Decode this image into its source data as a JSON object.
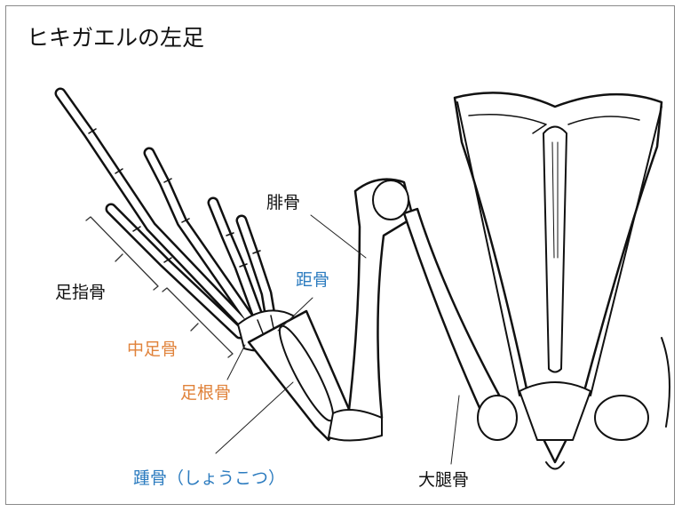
{
  "title": "ヒキガエルの左足",
  "colors": {
    "blue": "#2b7bbf",
    "orange": "#e0823a",
    "black": "#111111"
  },
  "labels": {
    "fibula": "腓骨",
    "talus": "距骨",
    "phalanges": "足指骨",
    "metatarsals": "中足骨",
    "tarsals": "足根骨",
    "calcaneus": "踵骨（しょうこつ）",
    "femur": "大腿骨"
  }
}
